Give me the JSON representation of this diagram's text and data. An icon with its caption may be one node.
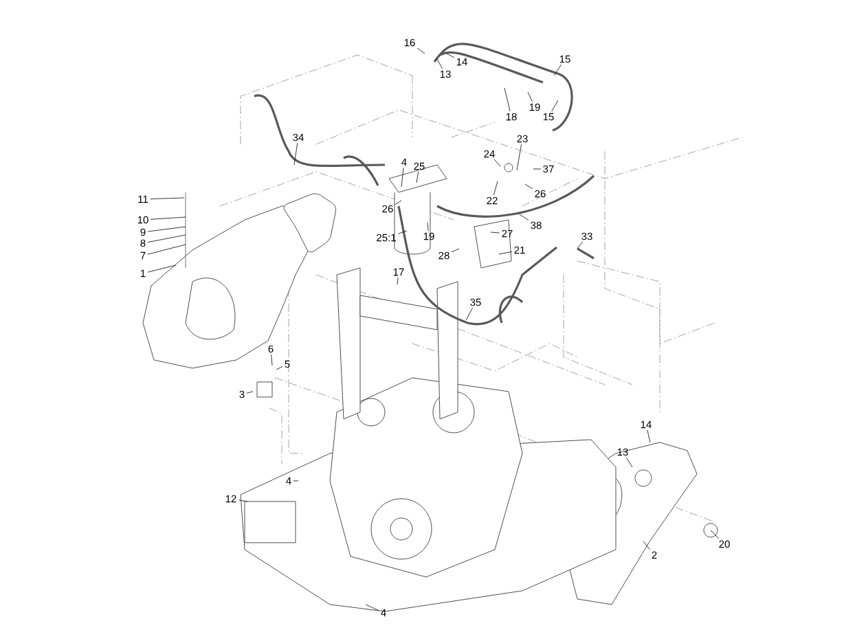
{
  "diagram": {
    "nodes": [
      {
        "text": [
          "16"
        ]
      },
      {
        "text": [
          "14"
        ]
      },
      {
        "text": [
          "15"
        ]
      },
      {
        "text": [
          "13"
        ]
      },
      {
        "text": [
          "18"
        ]
      },
      {
        "text": [
          "19"
        ]
      },
      {
        "text": [
          "15"
        ]
      },
      {
        "text": [
          "34"
        ]
      },
      {
        "text": [
          "23"
        ]
      },
      {
        "text": [
          "24"
        ]
      },
      {
        "text": [
          "4"
        ]
      },
      {
        "text": [
          "25"
        ]
      },
      {
        "text": [
          "37"
        ]
      },
      {
        "text": [
          "26"
        ]
      },
      {
        "text": [
          "22"
        ]
      },
      {
        "text": [
          "11"
        ]
      },
      {
        "text": [
          "26"
        ]
      },
      {
        "text": [
          "38"
        ]
      },
      {
        "text": [
          "10"
        ]
      },
      {
        "text": [
          "9"
        ]
      },
      {
        "text": [
          "8"
        ]
      },
      {
        "text": [
          "25:1"
        ]
      },
      {
        "text": [
          "19"
        ]
      },
      {
        "text": [
          "27"
        ]
      },
      {
        "text": [
          "7"
        ]
      },
      {
        "text": [
          "33"
        ]
      },
      {
        "text": [
          "21"
        ]
      },
      {
        "text": [
          "28"
        ]
      },
      {
        "text": [
          "1"
        ]
      },
      {
        "text": [
          "17"
        ]
      },
      {
        "text": [
          "35"
        ]
      },
      {
        "text": [
          "6"
        ]
      },
      {
        "text": [
          "5"
        ]
      },
      {
        "text": [
          "3"
        ]
      },
      {
        "text": [
          "14"
        ]
      },
      {
        "text": [
          "13"
        ]
      },
      {
        "text": [
          "12"
        ]
      },
      {
        "text": [
          "4"
        ]
      },
      {
        "text": [
          "20"
        ]
      },
      {
        "text": [
          "2"
        ]
      },
      {
        "text": [
          "4"
        ]
      }
    ],
    "edges": [
      {
        "from": 0,
        "to": null,
        "arrow": "none"
      },
      {
        "from": 1,
        "to": null,
        "arrow": "none"
      },
      {
        "from": 2,
        "to": null,
        "arrow": "none"
      },
      {
        "from": 3,
        "to": null,
        "arrow": "none"
      },
      {
        "from": 4,
        "to": null,
        "arrow": "none"
      },
      {
        "from": 5,
        "to": null,
        "arrow": "none"
      },
      {
        "from": 6,
        "to": null,
        "arrow": "none"
      },
      {
        "from": 7,
        "to": null,
        "arrow": "none"
      },
      {
        "from": 8,
        "to": null,
        "arrow": "none"
      },
      {
        "from": 9,
        "to": null,
        "arrow": "none"
      },
      {
        "from": 10,
        "to": null,
        "arrow": "none"
      },
      {
        "from": 11,
        "to": null,
        "arrow": "none"
      },
      {
        "from": 12,
        "to": null,
        "arrow": "none"
      },
      {
        "from": 13,
        "to": null,
        "arrow": "none"
      },
      {
        "from": 14,
        "to": null,
        "arrow": "none"
      },
      {
        "from": 15,
        "to": null,
        "arrow": "none"
      },
      {
        "from": 16,
        "to": null,
        "arrow": "none"
      },
      {
        "from": 17,
        "to": null,
        "arrow": "none"
      },
      {
        "from": 18,
        "to": null,
        "arrow": "none"
      },
      {
        "from": 19,
        "to": null,
        "arrow": "none"
      },
      {
        "from": 20,
        "to": null,
        "arrow": "none"
      },
      {
        "from": 21,
        "to": null,
        "arrow": "none"
      },
      {
        "from": 22,
        "to": null,
        "arrow": "none"
      },
      {
        "from": 23,
        "to": null,
        "arrow": "none"
      },
      {
        "from": 24,
        "to": null,
        "arrow": "none"
      },
      {
        "from": 25,
        "to": null,
        "arrow": "none"
      },
      {
        "from": 26,
        "to": null,
        "arrow": "none"
      },
      {
        "from": 27,
        "to": null,
        "arrow": "none"
      },
      {
        "from": 28,
        "to": null,
        "arrow": "none"
      },
      {
        "from": 29,
        "to": null,
        "arrow": "none"
      },
      {
        "from": 30,
        "to": null,
        "arrow": "none"
      },
      {
        "from": 31,
        "to": null,
        "arrow": "none"
      },
      {
        "from": 32,
        "to": null,
        "arrow": "none"
      },
      {
        "from": 33,
        "to": null,
        "arrow": "none"
      },
      {
        "from": 34,
        "to": null,
        "arrow": "none"
      },
      {
        "from": 35,
        "to": null,
        "arrow": "none"
      },
      {
        "from": 36,
        "to": null,
        "arrow": "none"
      },
      {
        "from": 37,
        "to": null,
        "arrow": "none"
      },
      {
        "from": 38,
        "to": null,
        "arrow": "none"
      },
      {
        "from": 39,
        "to": null,
        "arrow": "none"
      },
      {
        "from": 40,
        "to": null,
        "arrow": "none"
      }
    ]
  }
}
